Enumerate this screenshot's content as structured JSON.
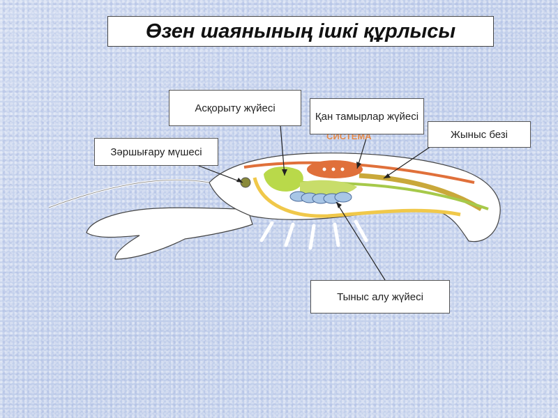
{
  "title": "Өзен шаянының ішкі құрлысы",
  "labels": {
    "digestive": "Асқорыту жүйесі",
    "circulatory": "Қан тамырлар жүйесі",
    "reproductive": "Жыныс  безі",
    "excretory": "Зәршығару мүшесі",
    "respiratory": "Тыныс алу жүйесі"
  },
  "background_text": "СИСТЕМА",
  "colors": {
    "digestive": "#b9d94a",
    "circulatory": "#e0703a",
    "reproductive": "#c9a83a",
    "nervous": "#f0c84a",
    "respiratory": "#8fb0d8"
  }
}
